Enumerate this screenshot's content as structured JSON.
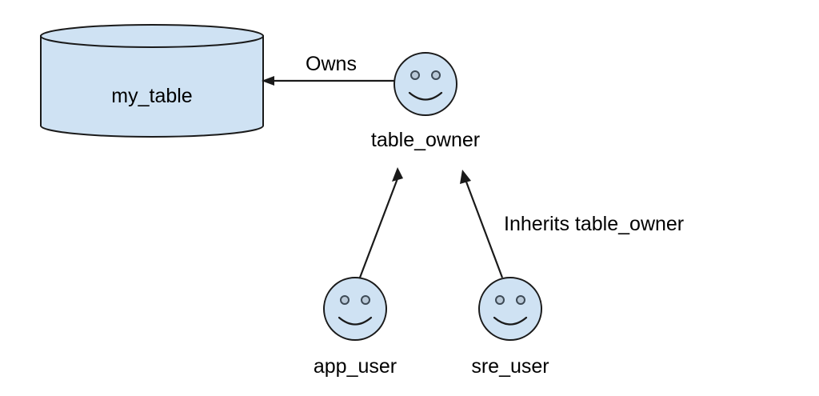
{
  "diagram": {
    "title": "Database ownership and role inheritance diagram",
    "background_color": "#ffffff",
    "shape_fill_color": "#cfe2f3",
    "stroke_color": "#1a1a1a",
    "text_color": "#000000",
    "nodes": [
      {
        "id": "my_table",
        "label": "my_table",
        "shape": "cylinder",
        "icon": "database-cylinder-icon"
      },
      {
        "id": "table_owner",
        "label": "table_owner",
        "shape": "actor",
        "icon": "smiley-face-icon"
      },
      {
        "id": "app_user",
        "label": "app_user",
        "shape": "actor",
        "icon": "smiley-face-icon"
      },
      {
        "id": "sre_user",
        "label": "sre_user",
        "shape": "actor",
        "icon": "smiley-face-icon"
      }
    ],
    "edges": [
      {
        "id": "owns",
        "label": "Owns",
        "from": "table_owner",
        "to": "my_table",
        "arrow": "single"
      },
      {
        "id": "inherits",
        "label": "Inherits table_owner",
        "from": "app_user, sre_user",
        "to": "table_owner",
        "arrow": "single"
      }
    ]
  }
}
